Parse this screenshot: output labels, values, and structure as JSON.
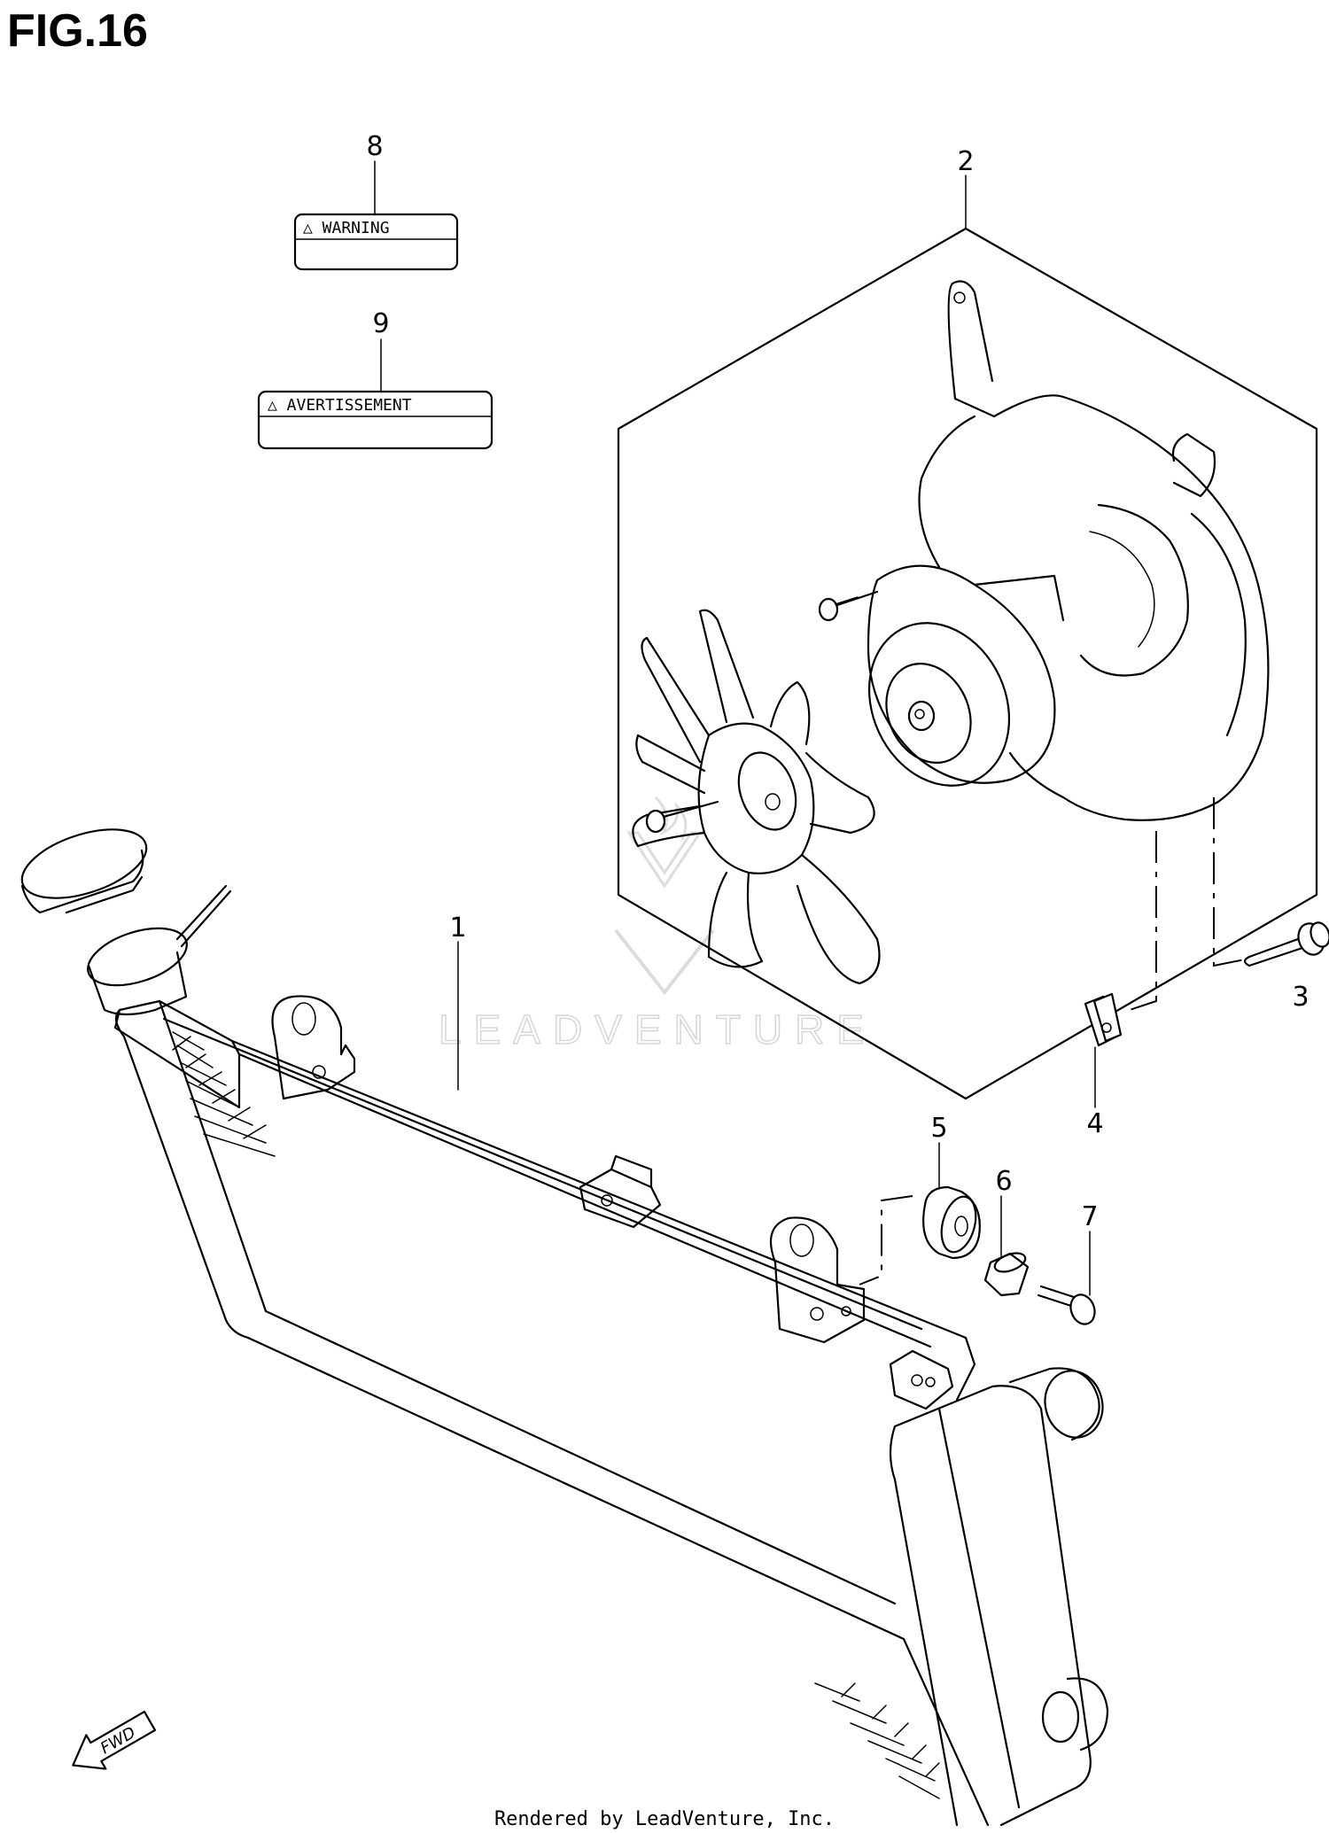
{
  "figure": {
    "title": "FIG.16"
  },
  "callouts": [
    {
      "id": "1"
    },
    {
      "id": "2"
    },
    {
      "id": "3"
    },
    {
      "id": "4"
    },
    {
      "id": "5"
    },
    {
      "id": "6"
    },
    {
      "id": "7"
    },
    {
      "id": "8"
    },
    {
      "id": "9"
    }
  ],
  "labels": {
    "label_8_text": "△ WARNING",
    "label_9_text": "△ AVERTISSEMENT"
  },
  "direction": {
    "text": "FWD",
    "icon": "forward-arrow-icon"
  },
  "watermark": {
    "text": "LEADVENTURE",
    "logo": "leadventure-logo-icon"
  },
  "footer": {
    "text": "Rendered by LeadVenture, Inc."
  },
  "colors": {
    "line": "#000000",
    "background": "#ffffff",
    "watermark": "#d6d6d6"
  }
}
